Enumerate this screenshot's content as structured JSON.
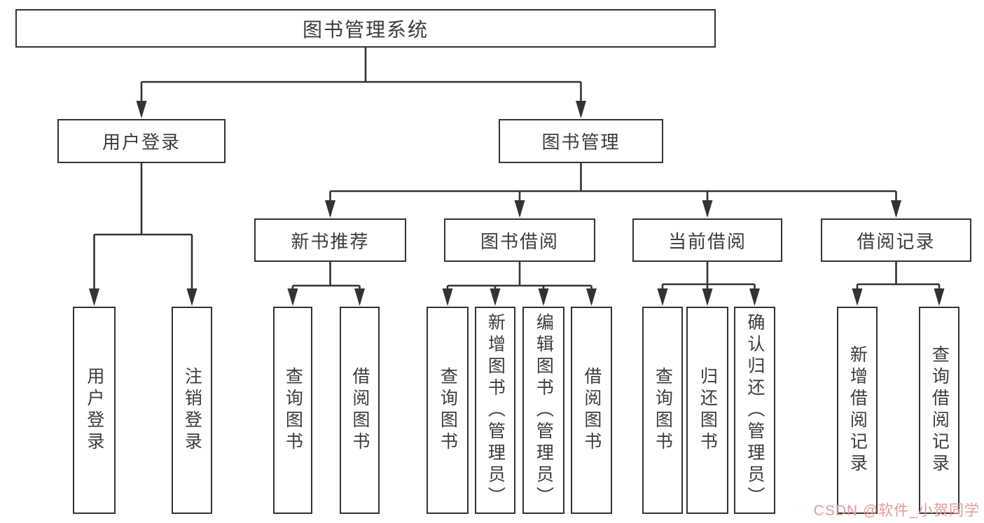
{
  "tree": {
    "label": "图书管理系统",
    "children": [
      {
        "label": "用户登录",
        "children": [
          {
            "label": "用户登录"
          },
          {
            "label": "注销登录"
          }
        ]
      },
      {
        "label": "图书管理",
        "children": [
          {
            "label": "新书推荐",
            "children": [
              {
                "label": "查询图书"
              },
              {
                "label": "借阅图书"
              }
            ]
          },
          {
            "label": "图书借阅",
            "children": [
              {
                "label": "查询图书"
              },
              {
                "label": "新增图书（管理员）"
              },
              {
                "label": "编辑图书（管理员）"
              },
              {
                "label": "借阅图书"
              }
            ]
          },
          {
            "label": "当前借阅",
            "children": [
              {
                "label": "查询图书"
              },
              {
                "label": "归还图书"
              },
              {
                "label": "确认归还（管理员）"
              }
            ]
          },
          {
            "label": "借阅记录",
            "children": [
              {
                "label": "新增借阅记录"
              },
              {
                "label": "查询借阅记录"
              }
            ]
          }
        ]
      }
    ]
  },
  "watermark": {
    "text": "CSDN @软件_小贺同学"
  },
  "colors": {
    "line": "#333333",
    "box_border": "#333333",
    "text": "#3c3c3c",
    "background": "#ffffff",
    "watermark": "#e59a9a"
  }
}
